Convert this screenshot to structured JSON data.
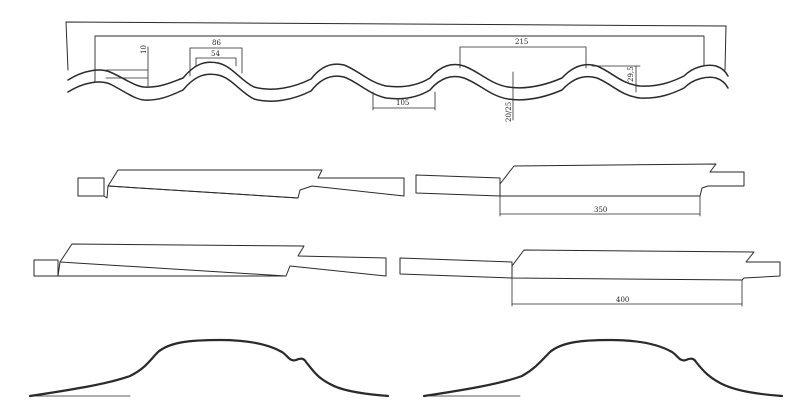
{
  "profile": {
    "dims": {
      "d10": "10",
      "d86": "86",
      "d54": "54",
      "d215": "215",
      "d29_5": "29,5",
      "d105": "105",
      "d20_25": "20/25"
    }
  },
  "sheets": {
    "dim350": "350",
    "dim400": "400"
  },
  "colors": {
    "line": "#2a2a2a",
    "background": "#ffffff"
  }
}
